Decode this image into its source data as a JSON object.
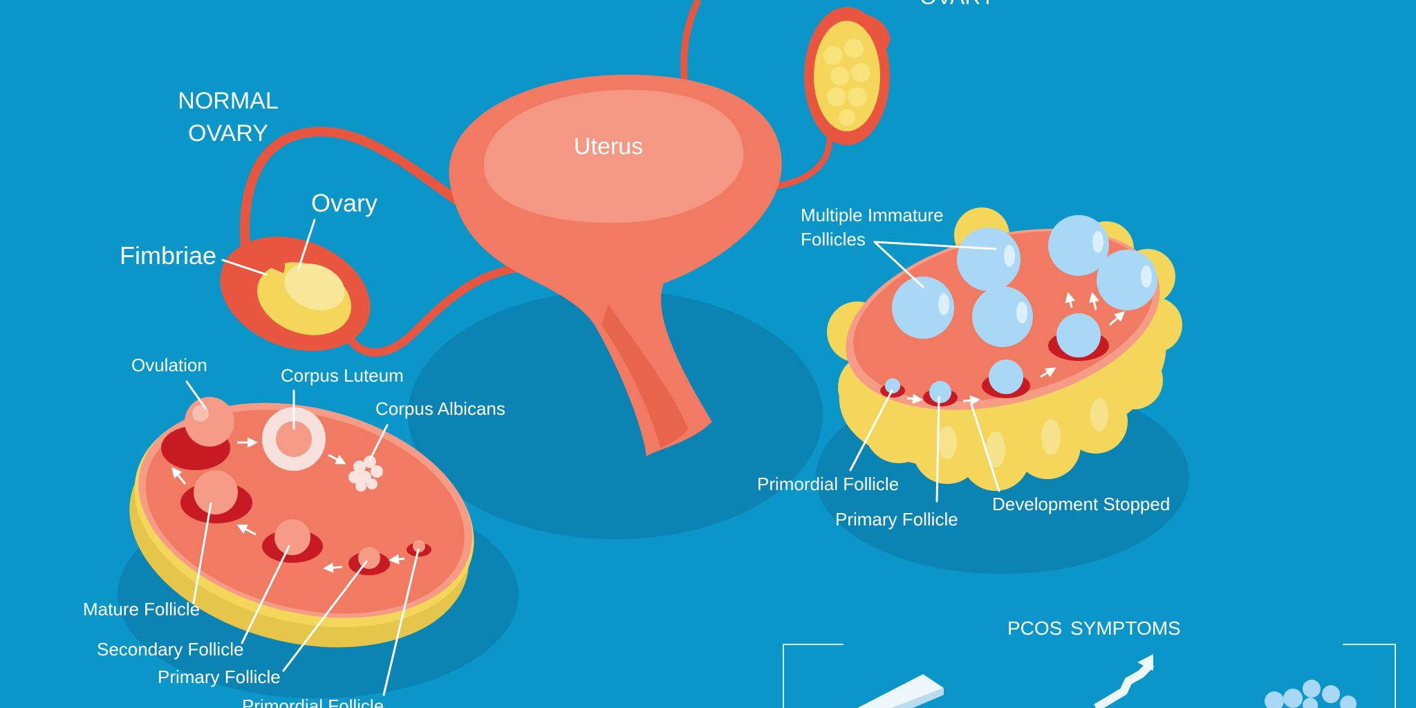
{
  "colors": {
    "background": "#0a96c9",
    "shadow": "#0b83b3",
    "organ": "#f17a63",
    "organ_light": "#f59b86",
    "organ_dark": "#e0563d",
    "yellow": "#f3d65a",
    "follicle_blue": "#a9d8f7",
    "follicle_red": "#d41e26"
  },
  "labels": {
    "top_cut": "OVARY",
    "normal_ovary_line1": "NORMAL",
    "normal_ovary_line2": "OVARY",
    "uterus": "Uterus",
    "ovary": "Ovary",
    "fimbriae": "Fimbriae",
    "ovulation": "Ovulation",
    "corpus_luteum": "Corpus Luteum",
    "corpus_albicans": "Corpus Albicans",
    "mature_follicle": "Mature Follicle",
    "secondary_follicle": "Secondary Follicle",
    "primary_follicle_left": "Primary Follicle",
    "primordial_follicle_left": "Primordial Follicle",
    "multiple_immature_line1": "Multiple Immature",
    "multiple_immature_line2": "Follicles",
    "primordial_follicle_right": "Primordial Follicle",
    "primary_follicle_right": "Primary Follicle",
    "development_stopped": "Development Stopped",
    "pcos": "PCOS",
    "symptoms": "SYMPTOMS"
  },
  "icons": [
    "scale-icon",
    "trend-arrow-icon",
    "cysts-icon"
  ]
}
